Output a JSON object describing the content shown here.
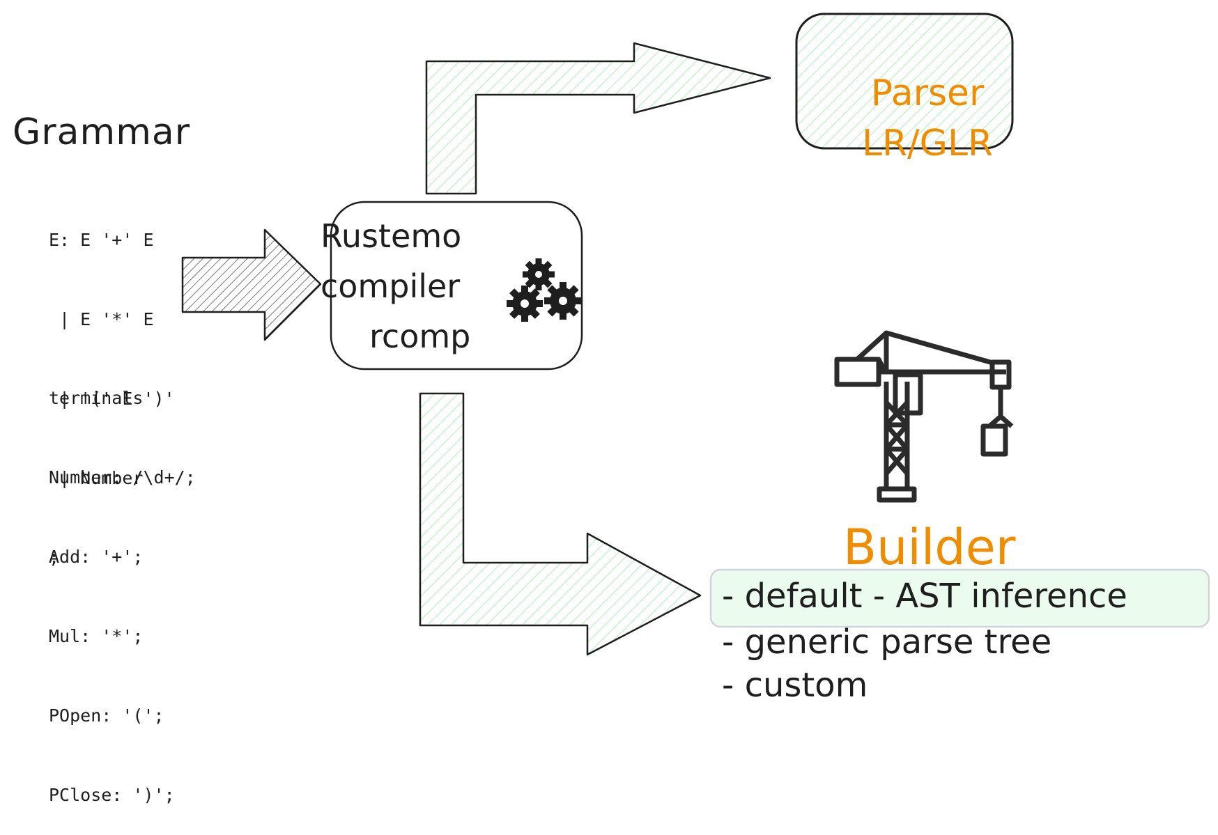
{
  "grammar": {
    "title": "Grammar",
    "rules": [
      "E: E '+' E",
      " | E '*' E",
      " | '(' E ')'",
      " | Number",
      ";"
    ],
    "terminals": [
      "terminals",
      "Number: /\\d+/;",
      "Add: '+';",
      "Mul: '*';",
      "POpen: '(';",
      "PClose: ')';"
    ]
  },
  "compiler": {
    "lines": [
      "Rustemo",
      "compiler",
      "rcomp"
    ],
    "icon": "gears-icon"
  },
  "parser": {
    "lines": [
      "Parser",
      "LR/GLR"
    ]
  },
  "builder": {
    "title": "Builder",
    "icon": "crane-icon",
    "options": [
      "- default - AST inference",
      "- generic parse tree",
      "- custom"
    ],
    "highlighted_option": "- default - AST inference"
  },
  "colors": {
    "stroke": "#1e1e1e",
    "hatch_green": "#b2f2bb",
    "highlight_fill": "#ebfbee",
    "accent_orange": "#f08c00"
  }
}
